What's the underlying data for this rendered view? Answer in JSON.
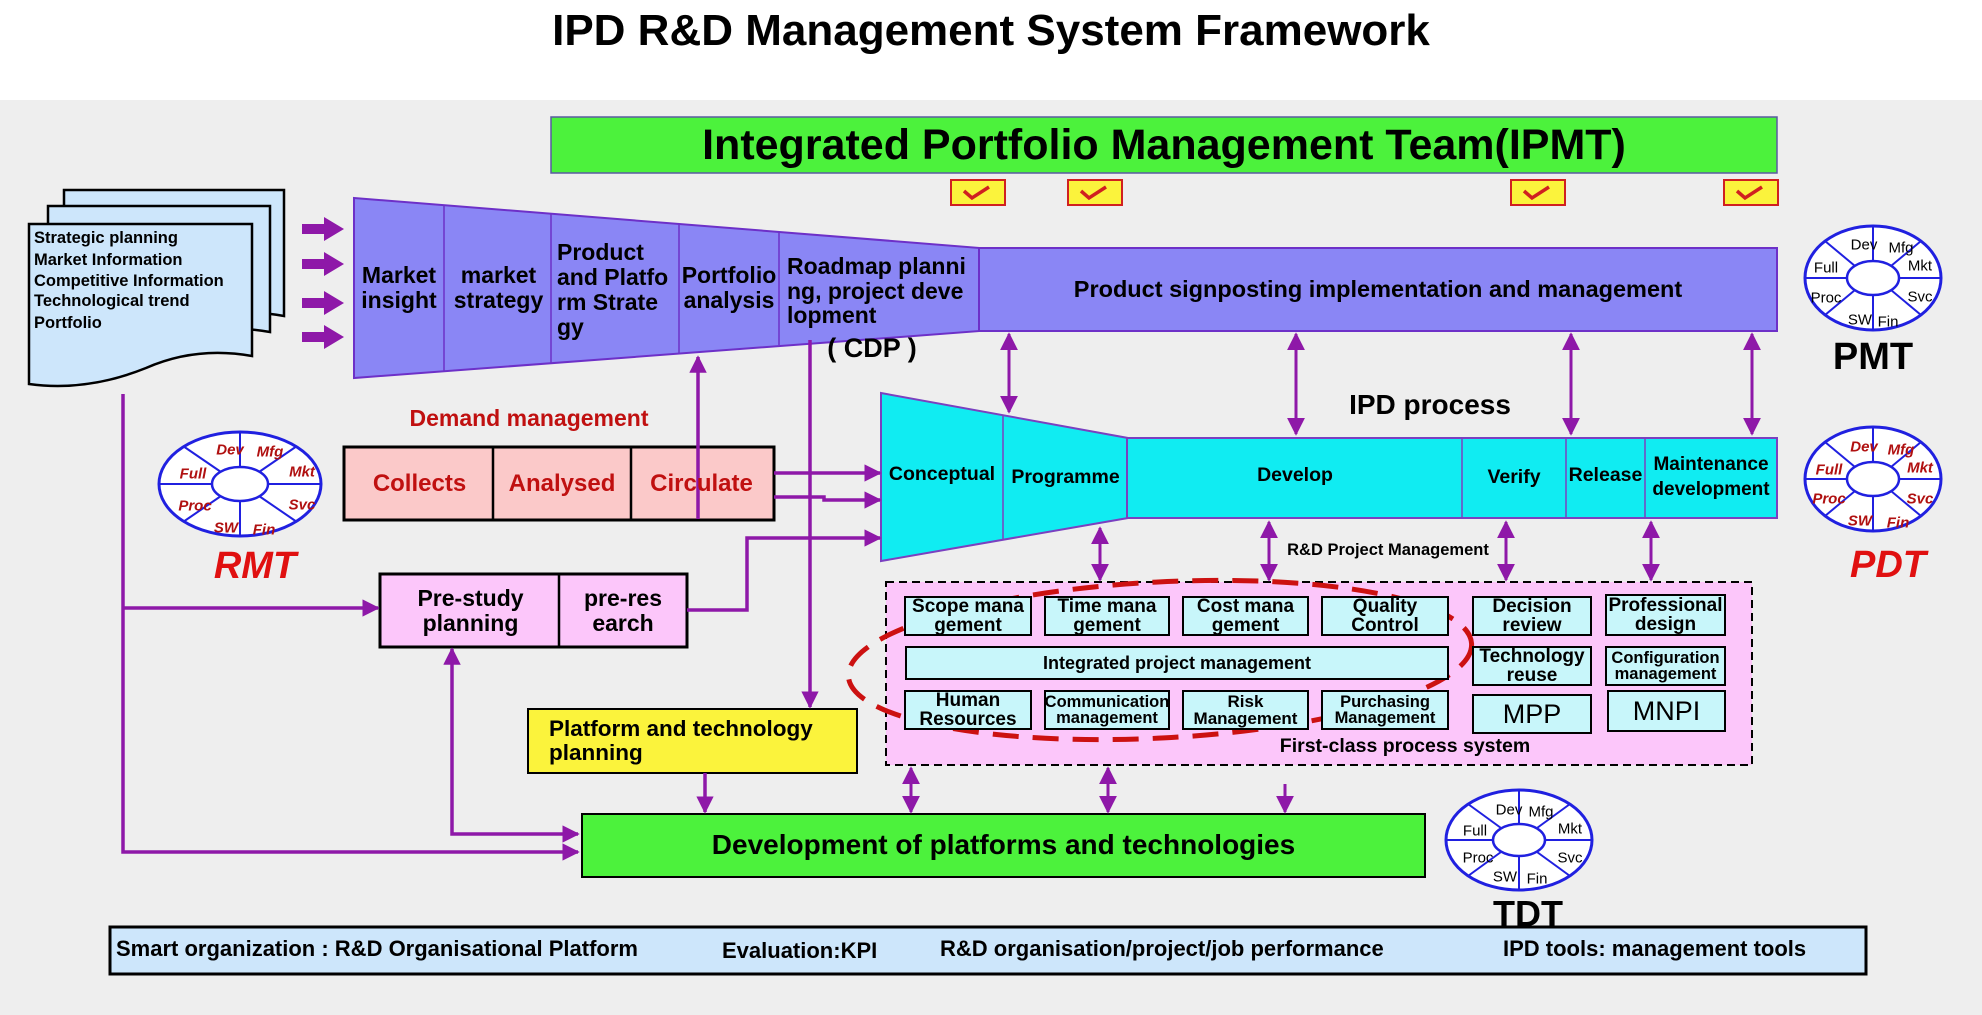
{
  "title": "IPD R&D Management System Framework",
  "ipmt": "Integrated Portfolio Management Team(IPMT)",
  "inputs": [
    "Strategic planning",
    "Market Information",
    "Competitive Information",
    "Technological trend",
    "Portfolio"
  ],
  "strategy_stages": [
    "Market insight",
    "market strategy",
    "Product and Platfo rm Strate gy",
    "Portfolio analysis",
    "Roadmap planni ng, project deve lopment"
  ],
  "cdp": "( CDP )",
  "signposting": "Product signposting implementation and management",
  "demand": {
    "title": "Demand management",
    "steps": [
      "Collects",
      "Analysed",
      "Circulate"
    ]
  },
  "ipd_process": {
    "title": "IPD process",
    "stages": [
      "Conceptual",
      "Programme",
      "Develop",
      "Verify",
      "Release",
      "Maintenance development"
    ]
  },
  "prestudy": [
    "Pre-study planning",
    "pre-res earch"
  ],
  "platform_planning": "Platform and technology planning",
  "platform_dev": "Development of platforms and technologies",
  "rd_pm": "R&D Project Management",
  "process_system": {
    "caption": "First-class process system",
    "boxes": {
      "scope": "Scope mana gement",
      "time": "Time mana gement",
      "cost": "Cost mana gement",
      "quality": "Quality Control",
      "integrated": "Integrated project management",
      "human": "Human Resources",
      "communication": "Communication management",
      "risk": "Risk Management",
      "purchasing": "Purchasing Management",
      "decision": "Decision review",
      "professional": "Professional design",
      "tech_reuse": "Technology reuse",
      "config": "Configuration management",
      "mpp": "MPP",
      "mnpi": "MNPI"
    }
  },
  "teams": {
    "pmt": {
      "name": "PMT",
      "segments": [
        "Dev",
        "Mfg",
        "Mkt",
        "Svc",
        "Fin",
        "SW",
        "Proc",
        "Full"
      ]
    },
    "pdt": {
      "name": "PDT",
      "segments": [
        "Dev",
        "Mfg",
        "Mkt",
        "Svc",
        "Fin",
        "SW",
        "Proc",
        "Full"
      ]
    },
    "rmt": {
      "name": "RMT",
      "segments": [
        "Dev",
        "Mfg",
        "Mkt",
        "Svc",
        "Fin",
        "SW",
        "Proc",
        "Full"
      ]
    },
    "tdt": {
      "name": "TDT",
      "segments": [
        "Dev",
        "Mfg",
        "Mkt",
        "Svc",
        "Fin",
        "SW",
        "Proc",
        "Full"
      ]
    }
  },
  "footer": {
    "org": "Smart organization : R&D Organisational Platform",
    "eval": "Evaluation:KPI",
    "perf": "R&D organisation/project/job performance",
    "tools": "IPD tools: management tools"
  },
  "colors": {
    "ipmt_green": "#4cf23c",
    "funnel_purple": "#8a86f5",
    "cyan": "#10ecf2",
    "demand_pink": "#fbc9c9",
    "pink": "#fcc6fa",
    "yellow": "#fbf33c",
    "arrow_purple": "#8e18a8",
    "dashed_red": "#cc1111",
    "ring_blue": "#2020e0",
    "ring_red": "#b01010",
    "footer_blue": "#cde6fb"
  }
}
